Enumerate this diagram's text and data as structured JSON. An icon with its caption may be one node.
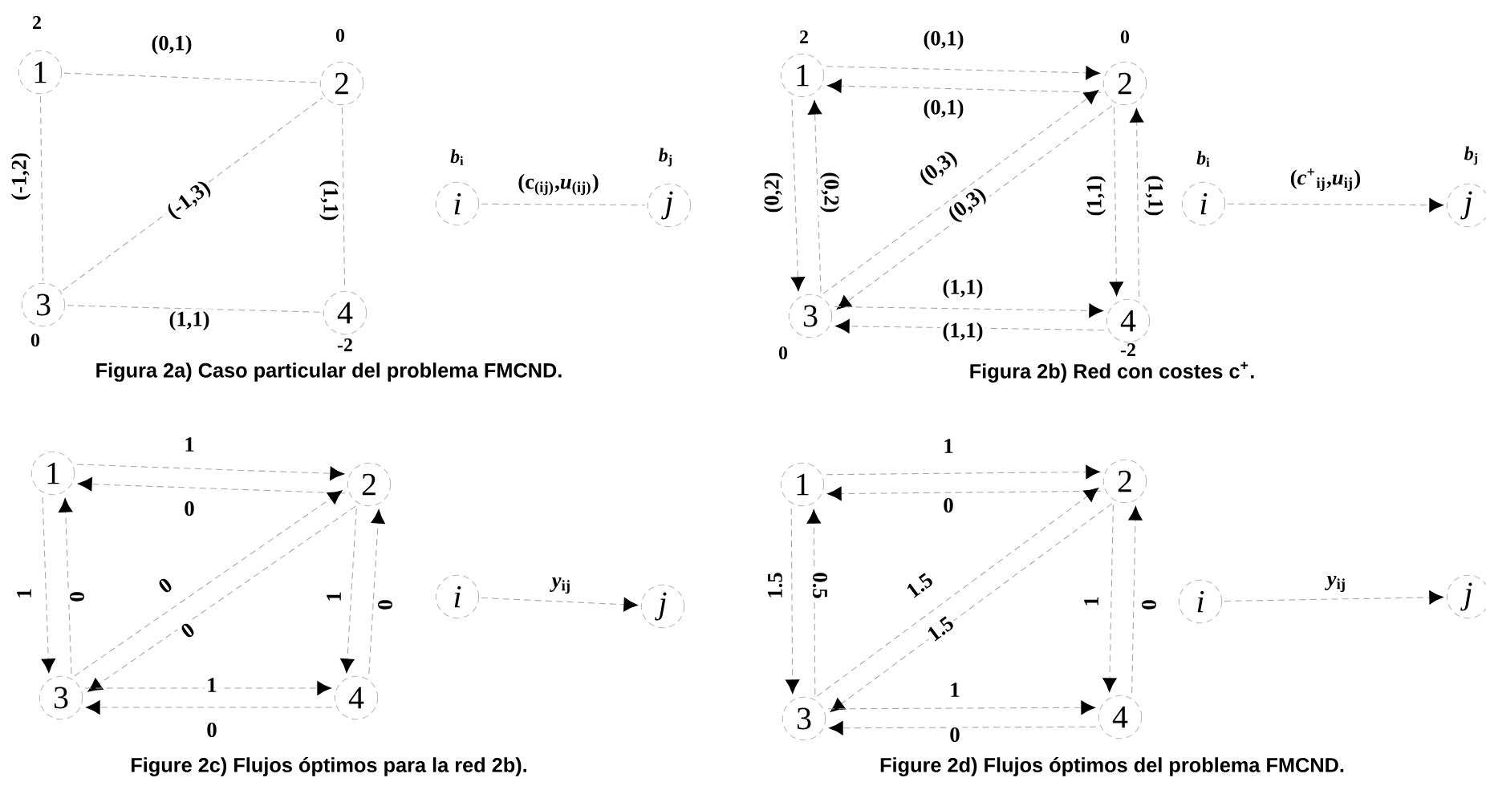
{
  "diagram": {
    "nodes": [
      {
        "text": [
          "1"
        ],
        "beside": [
          "2"
        ]
      },
      {
        "text": [
          "2"
        ],
        "beside": [
          "0"
        ]
      },
      {
        "text": [
          "3"
        ],
        "beside": [
          "0"
        ]
      },
      {
        "text": [
          "4"
        ],
        "beside": [
          "-2"
        ]
      },
      {
        "text": [
          "i"
        ],
        "beside": [
          "*b*$_{i}$"
        ]
      },
      {
        "text": [
          "j"
        ],
        "beside": [
          "*b*$_{j}$"
        ]
      },
      {
        "text": [
          "1"
        ],
        "beside": [
          "2"
        ]
      },
      {
        "text": [
          "2"
        ],
        "beside": [
          "0"
        ]
      },
      {
        "text": [
          "3"
        ],
        "beside": [
          "0"
        ]
      },
      {
        "text": [
          "4"
        ],
        "beside": [
          "-2"
        ]
      },
      {
        "text": [
          "i"
        ],
        "beside": [
          "*b*$_{i}$"
        ]
      },
      {
        "text": [
          "j"
        ],
        "beside": [
          "*b*$_{j}$"
        ]
      },
      {
        "text": [
          "1"
        ]
      },
      {
        "text": [
          "2"
        ]
      },
      {
        "text": [
          "3"
        ]
      },
      {
        "text": [
          "4"
        ]
      },
      {
        "text": [
          "i"
        ]
      },
      {
        "text": [
          "j"
        ]
      },
      {
        "text": [
          "1"
        ]
      },
      {
        "text": [
          "2"
        ]
      },
      {
        "text": [
          "3"
        ]
      },
      {
        "text": [
          "4"
        ]
      },
      {
        "text": [
          "i"
        ]
      },
      {
        "text": [
          "j"
        ]
      }
    ],
    "edges": [
      {
        "from": 0,
        "to": 1,
        "arrow": "none",
        "label": "(0,1)"
      },
      {
        "from": 0,
        "to": 2,
        "arrow": "none",
        "label": "(-1,2)"
      },
      {
        "from": 2,
        "to": 1,
        "arrow": "none",
        "label": "(-1,3)"
      },
      {
        "from": 1,
        "to": 3,
        "arrow": "none",
        "label": "(1,1)"
      },
      {
        "from": 2,
        "to": 3,
        "arrow": "none",
        "label": "(1,1)"
      },
      {
        "from": 4,
        "to": 5,
        "arrow": "none",
        "label": "(c$_{(ij)}$,*u*$_{(ij)}$)"
      },
      {
        "from": 6,
        "to": 7,
        "arrow": "to",
        "label": "(0,1)"
      },
      {
        "from": 7,
        "to": 6,
        "arrow": "to",
        "label": "(0,1)"
      },
      {
        "from": 6,
        "to": 8,
        "arrow": "to",
        "label": "(0,2)"
      },
      {
        "from": 8,
        "to": 6,
        "arrow": "to",
        "label": "(0,2)"
      },
      {
        "from": 8,
        "to": 7,
        "arrow": "to",
        "label": "(0,3)"
      },
      {
        "from": 7,
        "to": 8,
        "arrow": "to",
        "label": "(0,3)"
      },
      {
        "from": 7,
        "to": 9,
        "arrow": "to",
        "label": "(1,1)"
      },
      {
        "from": 9,
        "to": 7,
        "arrow": "to",
        "label": "(1,1)"
      },
      {
        "from": 8,
        "to": 9,
        "arrow": "to",
        "label": "(1,1)"
      },
      {
        "from": 9,
        "to": 8,
        "arrow": "to",
        "label": "(1,1)"
      },
      {
        "from": 10,
        "to": 11,
        "arrow": "to",
        "label": "(*c*$^{+}$$_{ij}$,*u*$_{ij}$)"
      },
      {
        "from": 12,
        "to": 13,
        "arrow": "to",
        "label": "1"
      },
      {
        "from": 13,
        "to": 12,
        "arrow": "to",
        "label": "0"
      },
      {
        "from": 12,
        "to": 14,
        "arrow": "to",
        "label": "1"
      },
      {
        "from": 14,
        "to": 12,
        "arrow": "to",
        "label": "0"
      },
      {
        "from": 14,
        "to": 13,
        "arrow": "to",
        "label": "0"
      },
      {
        "from": 13,
        "to": 14,
        "arrow": "to",
        "label": "0"
      },
      {
        "from": 13,
        "to": 15,
        "arrow": "to",
        "label": "1"
      },
      {
        "from": 15,
        "to": 13,
        "arrow": "to",
        "label": "0"
      },
      {
        "from": 14,
        "to": 15,
        "arrow": "to",
        "label": "1"
      },
      {
        "from": 15,
        "to": 14,
        "arrow": "to",
        "label": "0"
      },
      {
        "from": 16,
        "to": 17,
        "arrow": "to",
        "label": "*y*$_{ij}$"
      },
      {
        "from": 18,
        "to": 19,
        "arrow": "to",
        "label": "1"
      },
      {
        "from": 19,
        "to": 18,
        "arrow": "to",
        "label": "0"
      },
      {
        "from": 18,
        "to": 20,
        "arrow": "to",
        "label": "1.5"
      },
      {
        "from": 20,
        "to": 18,
        "arrow": "to",
        "label": "0.5"
      },
      {
        "from": 20,
        "to": 19,
        "arrow": "to",
        "label": "1.5"
      },
      {
        "from": 19,
        "to": 20,
        "arrow": "to",
        "label": "1.5"
      },
      {
        "from": 19,
        "to": 21,
        "arrow": "to",
        "label": "1"
      },
      {
        "from": 21,
        "to": 19,
        "arrow": "to",
        "label": "0"
      },
      {
        "from": 20,
        "to": 21,
        "arrow": "to",
        "label": "1"
      },
      {
        "from": 21,
        "to": 20,
        "arrow": "to",
        "label": "0"
      },
      {
        "from": 22,
        "to": 23,
        "arrow": "to",
        "label": "*y*$_{ij}$"
      }
    ],
    "labels": [
      "Figura 2a) Caso particular del problema FMCND.",
      "Figura 2b) Red con costes c$^{+}$.",
      "Figure 2c) Flujos óptimos para la red 2b).",
      "Figure 2d) Flujos óptimos del problema FMCND."
    ]
  }
}
